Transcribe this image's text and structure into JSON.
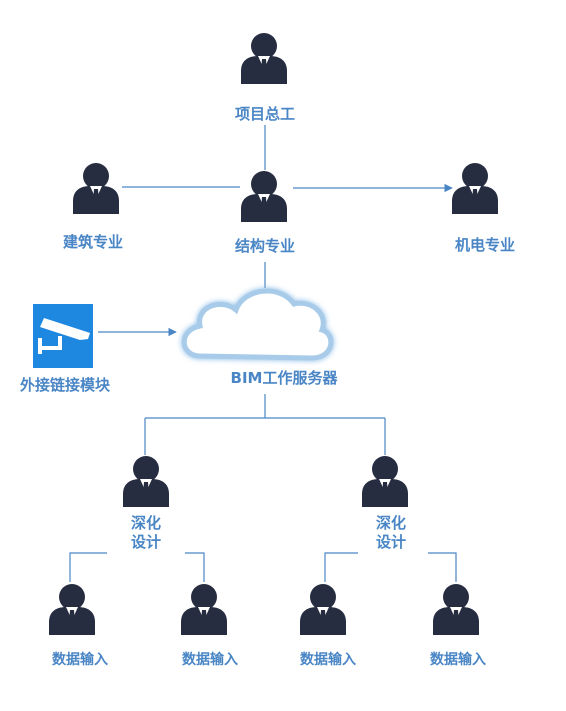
{
  "nodes": {
    "chief_engineer": "项目总工",
    "architecture": "建筑专业",
    "structure": "结构专业",
    "mep": "机电专业",
    "external_module": "外接链接模块",
    "server": "BIM工作服务器",
    "deep_design_left": [
      "深化",
      "设计"
    ],
    "deep_design_right": [
      "深化",
      "设计"
    ],
    "data_input_1": "数据输入",
    "data_input_2": "数据输入",
    "data_input_3": "数据输入",
    "data_input_4": "数据输入"
  },
  "icons": {
    "person": "person-icon",
    "cloud": "cloud-icon",
    "camera": "security-camera-icon"
  },
  "colors": {
    "label": "#4a86c5",
    "line": "#4a86c5",
    "person": "#272d40",
    "cloud_fill": "#ffffff",
    "cloud_glow": "#a7cbe9",
    "camera_bg": "#1e88e0"
  }
}
